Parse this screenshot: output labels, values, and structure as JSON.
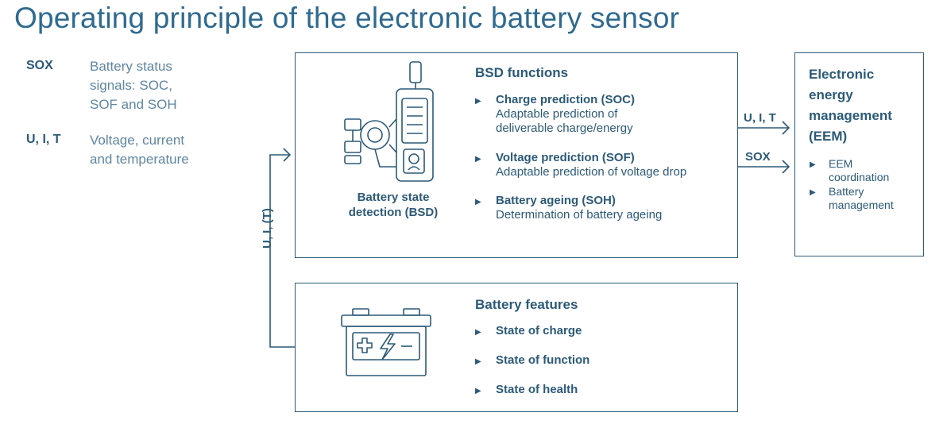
{
  "title": "Operating principle of the electronic battery sensor",
  "legend": [
    {
      "key": "SOX",
      "lines": [
        "Battery status",
        "signals: SOC,",
        "SOF and SOH"
      ]
    },
    {
      "key": "U, I, T",
      "lines": [
        "Voltage, current",
        "and temperature"
      ]
    }
  ],
  "bsd": {
    "heading": "BSD functions",
    "caption_lines": [
      "Battery state",
      "detection (BSD)"
    ],
    "items": [
      {
        "title": "Charge prediction (SOC)",
        "desc": [
          "Adaptable prediction of",
          "deliverable charge/energy"
        ]
      },
      {
        "title": "Voltage prediction (SOF)",
        "desc": [
          "Adaptable prediction of voltage drop"
        ]
      },
      {
        "title": "Battery ageing (SOH)",
        "desc": [
          "Determination of battery ageing"
        ]
      }
    ]
  },
  "battery": {
    "heading": "Battery features",
    "items": [
      "State of charge",
      "State of function",
      "State of health"
    ]
  },
  "eem": {
    "heading_lines": [
      "Electronic",
      "energy",
      "management",
      "(EEM)"
    ],
    "items": [
      [
        "EEM",
        "coordination"
      ],
      [
        "Battery",
        "management"
      ]
    ]
  },
  "arrows": {
    "uit": "U, I, T",
    "sox": "SOX",
    "feedback": "U, I, (T)"
  },
  "icons": {
    "sensor": "battery-sensor-icon",
    "battery": "car-battery-icon",
    "bullet": "▶"
  },
  "colors": {
    "primary": "#2c5a78",
    "title": "#2f6a90",
    "muted": "#5f86a0"
  }
}
